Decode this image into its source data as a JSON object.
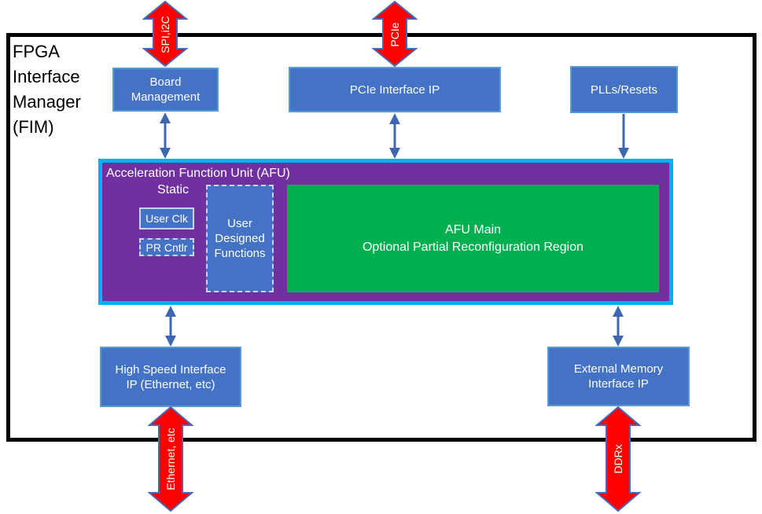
{
  "colors": {
    "box_blue": "#4472C4",
    "box_border": "#5B9BD5",
    "afu_purple": "#7030A0",
    "afu_border": "#00B0F0",
    "pr_green": "#00B050",
    "arrow_red": "#FF0000",
    "arrow_red_border": "#4a68b4",
    "connector_blue": "#3f66b0",
    "inner_box_border": "#ccd3e8"
  },
  "fim_label": "FPGA Interface Manager (FIM)",
  "top_row": {
    "board_management": "Board Management",
    "pcie_interface_ip": "PCIe Interface IP",
    "plls_resets": "PLLs/Resets"
  },
  "afu": {
    "title": "Acceleration Function Unit (AFU)",
    "static_label": "Static",
    "user_clk": "User Clk",
    "pr_cntlr": "PR Cntlr",
    "user_designed_functions": "User Designed Functions",
    "afu_main_title": "AFU Main",
    "afu_main_subtitle": "Optional Partial Reconfiguration Region"
  },
  "bottom_row": {
    "high_speed_interface_ip": "High Speed Interface IP (Ethernet, etc)",
    "external_memory_interface_ip": "External Memory Interface IP"
  },
  "external_interfaces": {
    "spi_i2c": "SPI,i2C",
    "pcie": "PCIe",
    "ethernet": "Ethernet, etc",
    "ddrx": "DDRx"
  }
}
